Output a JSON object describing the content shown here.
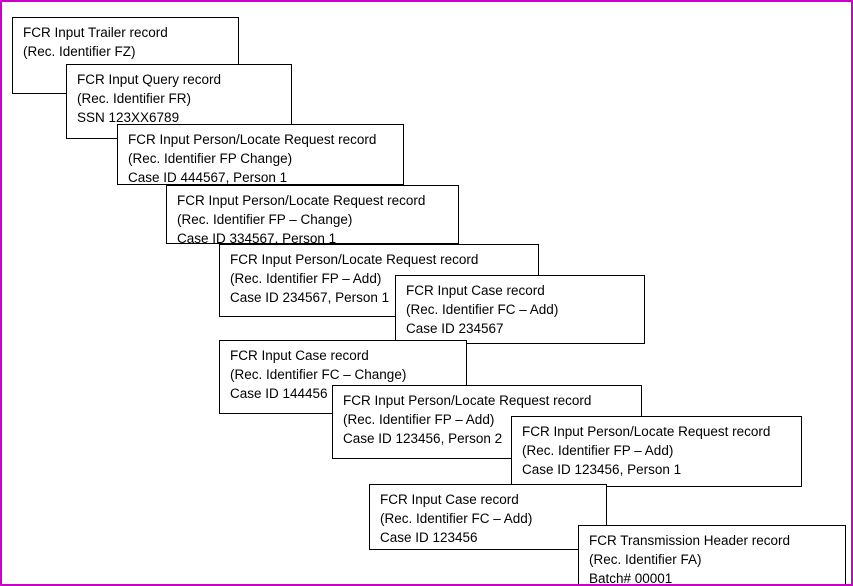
{
  "page": {
    "frame_color": "#CC00CC",
    "box_border_color": "#000000",
    "box_background": "#FFFFFF",
    "text_color": "#000000"
  },
  "boxes": [
    {
      "record_type": "trailer",
      "lines": [
        "FCR Input Trailer record",
        "(Rec. Identifier FZ)"
      ]
    },
    {
      "record_type": "query",
      "lines": [
        "FCR Input Query record",
        "(Rec. Identifier FR)",
        "SSN 123XX6789"
      ]
    },
    {
      "record_type": "person-locate-request",
      "lines": [
        "FCR Input Person/Locate Request record",
        "(Rec. Identifier FP Change)",
        "Case ID 444567, Person 1"
      ]
    },
    {
      "record_type": "person-locate-request",
      "lines": [
        "FCR Input Person/Locate Request record",
        "(Rec. Identifier FP – Change)",
        "Case ID 334567, Person 1"
      ]
    },
    {
      "record_type": "person-locate-request",
      "lines": [
        "FCR Input Person/Locate Request record",
        "(Rec. Identifier FP – Add)",
        "Case ID 234567, Person 1"
      ]
    },
    {
      "record_type": "case",
      "lines": [
        "FCR Input Case record",
        "(Rec. Identifier FC – Add)",
        "Case ID 234567"
      ]
    },
    {
      "record_type": "case",
      "lines": [
        "FCR Input Case record",
        "(Rec. Identifier FC – Change)",
        "Case ID 144456"
      ]
    },
    {
      "record_type": "person-locate-request",
      "lines": [
        "FCR Input Person/Locate Request record",
        "(Rec. Identifier FP – Add)",
        "Case ID 123456, Person 2"
      ]
    },
    {
      "record_type": "person-locate-request",
      "lines": [
        "FCR Input Person/Locate Request record",
        "(Rec. Identifier FP – Add)",
        "Case ID 123456, Person 1"
      ]
    },
    {
      "record_type": "case",
      "lines": [
        "FCR Input Case record",
        "(Rec. Identifier FC – Add)",
        "Case ID 123456"
      ]
    },
    {
      "record_type": "transmission-header",
      "lines": [
        "FCR Transmission Header record",
        "(Rec. Identifier FA)",
        "Batch# 00001"
      ]
    }
  ]
}
